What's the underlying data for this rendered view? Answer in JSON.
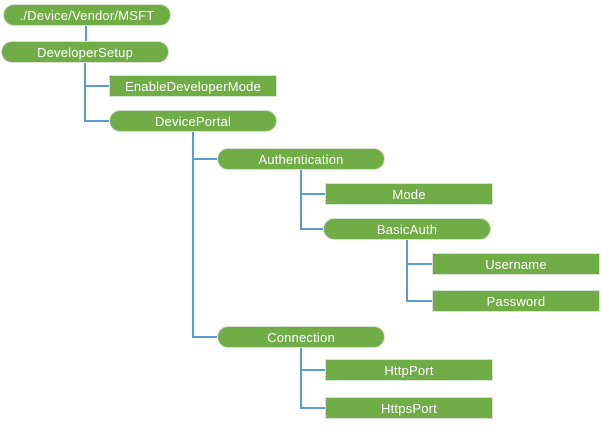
{
  "colors": {
    "node_fill": "#70AD47",
    "node_border": "#D9E1D3",
    "connector": "#5B9BD5",
    "node_text": "#FFFFFF",
    "background": "#FFFFFF"
  },
  "nodes": {
    "msft": "./Device/Vendor/MSFT",
    "developer_setup": "DeveloperSetup",
    "enable_developer_mode": "EnableDeveloperMode",
    "device_portal": "DevicePortal",
    "authentication": "Authentication",
    "mode": "Mode",
    "basic_auth": "BasicAuth",
    "username": "Username",
    "password": "Password",
    "connection": "Connection",
    "http_port": "HttpPort",
    "https_port": "HttpsPort"
  },
  "hierarchy": {
    "label": "./Device/Vendor/MSFT",
    "children": [
      {
        "label": "DeveloperSetup",
        "children": [
          {
            "label": "EnableDeveloperMode",
            "children": []
          },
          {
            "label": "DevicePortal",
            "children": [
              {
                "label": "Authentication",
                "children": [
                  {
                    "label": "Mode",
                    "children": []
                  },
                  {
                    "label": "BasicAuth",
                    "children": [
                      {
                        "label": "Username",
                        "children": []
                      },
                      {
                        "label": "Password",
                        "children": []
                      }
                    ]
                  }
                ]
              },
              {
                "label": "Connection",
                "children": [
                  {
                    "label": "HttpPort",
                    "children": []
                  },
                  {
                    "label": "HttpsPort",
                    "children": []
                  }
                ]
              }
            ]
          }
        ]
      }
    ]
  }
}
